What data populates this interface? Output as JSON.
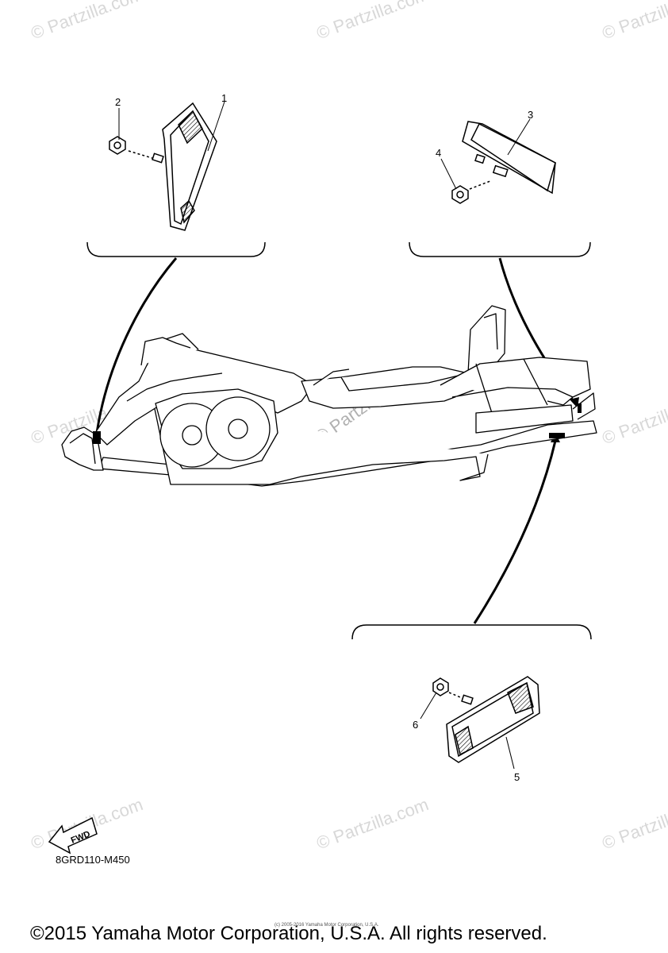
{
  "watermark": "© Partzilla.com",
  "callouts": {
    "c1": "1",
    "c2": "2",
    "c3": "3",
    "c4": "4",
    "c5": "5",
    "c6": "6"
  },
  "fwd_label": "FWD",
  "diagram_code": "8GRD110-M450",
  "copyright_small": "(c) 2005-2016 Yamaha Motor Corporation, U.S.A.",
  "copyright_main": "©2015 Yamaha Motor Corporation, U.S.A. All rights reserved."
}
